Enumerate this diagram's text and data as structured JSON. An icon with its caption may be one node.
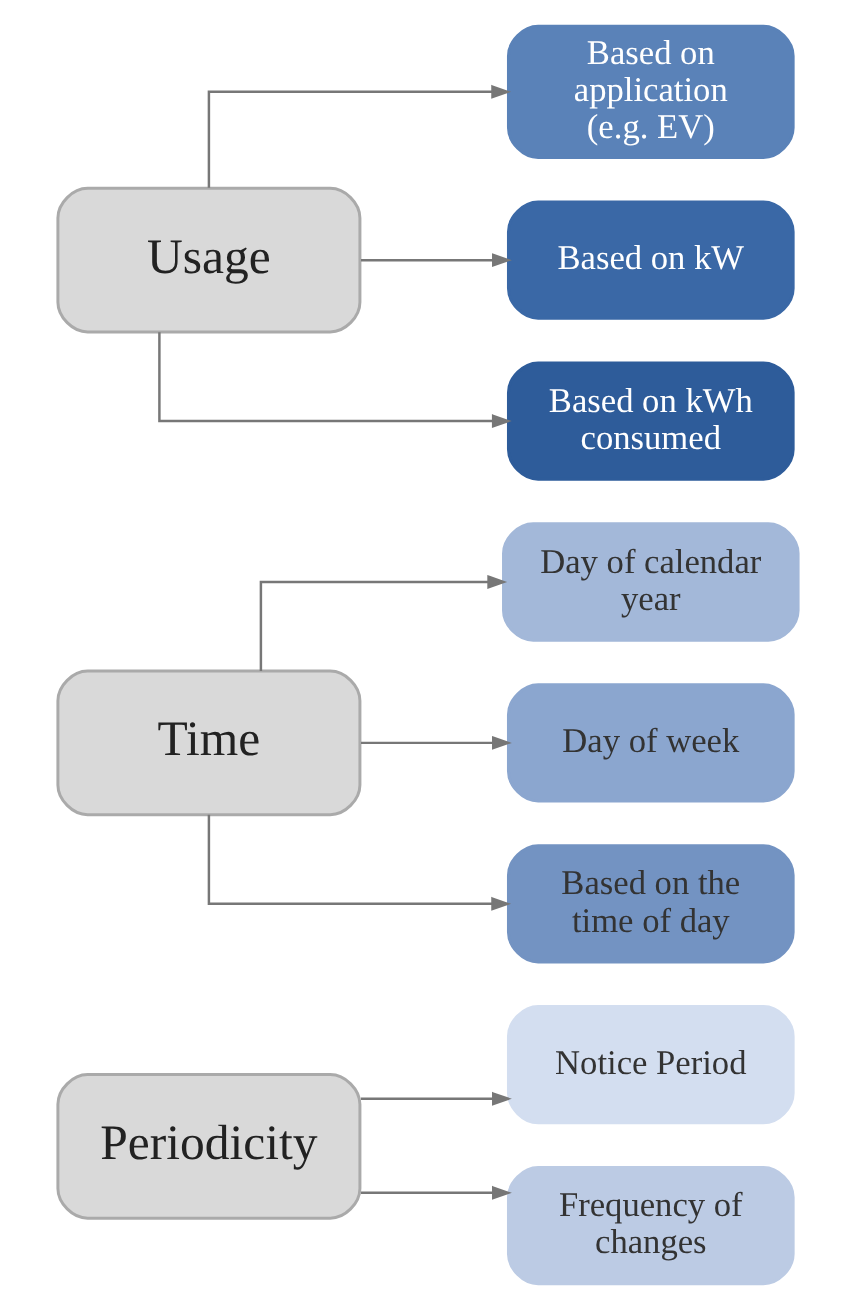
{
  "diagram": {
    "nodes": [
      {
        "text": [
          "Usage"
        ]
      },
      {
        "text": [
          "Based on kWh consumed"
        ]
      },
      {
        "text": [
          "Based on kW"
        ]
      },
      {
        "text": [
          "Based on application (e.g. EV)"
        ]
      },
      {
        "text": [
          "Time"
        ]
      },
      {
        "text": [
          "Based on the time of day"
        ]
      },
      {
        "text": [
          "Day of week"
        ]
      },
      {
        "text": [
          "Day of calendar year"
        ]
      },
      {
        "text": [
          "Periodicity"
        ]
      },
      {
        "text": [
          "Frequency of changes"
        ]
      },
      {
        "text": [
          "Notice Period"
        ]
      }
    ],
    "edges": [
      {
        "from": 0,
        "to": 1,
        "arrow": "to"
      },
      {
        "from": 0,
        "to": 2,
        "arrow": "to"
      },
      {
        "from": 0,
        "to": 3,
        "arrow": "to"
      },
      {
        "from": 4,
        "to": 5,
        "arrow": "to"
      },
      {
        "from": 4,
        "to": 6,
        "arrow": "to"
      },
      {
        "from": 4,
        "to": 7,
        "arrow": "to"
      },
      {
        "from": 8,
        "to": 9,
        "arrow": "to"
      },
      {
        "from": 8,
        "to": 10,
        "arrow": "to"
      }
    ]
  }
}
